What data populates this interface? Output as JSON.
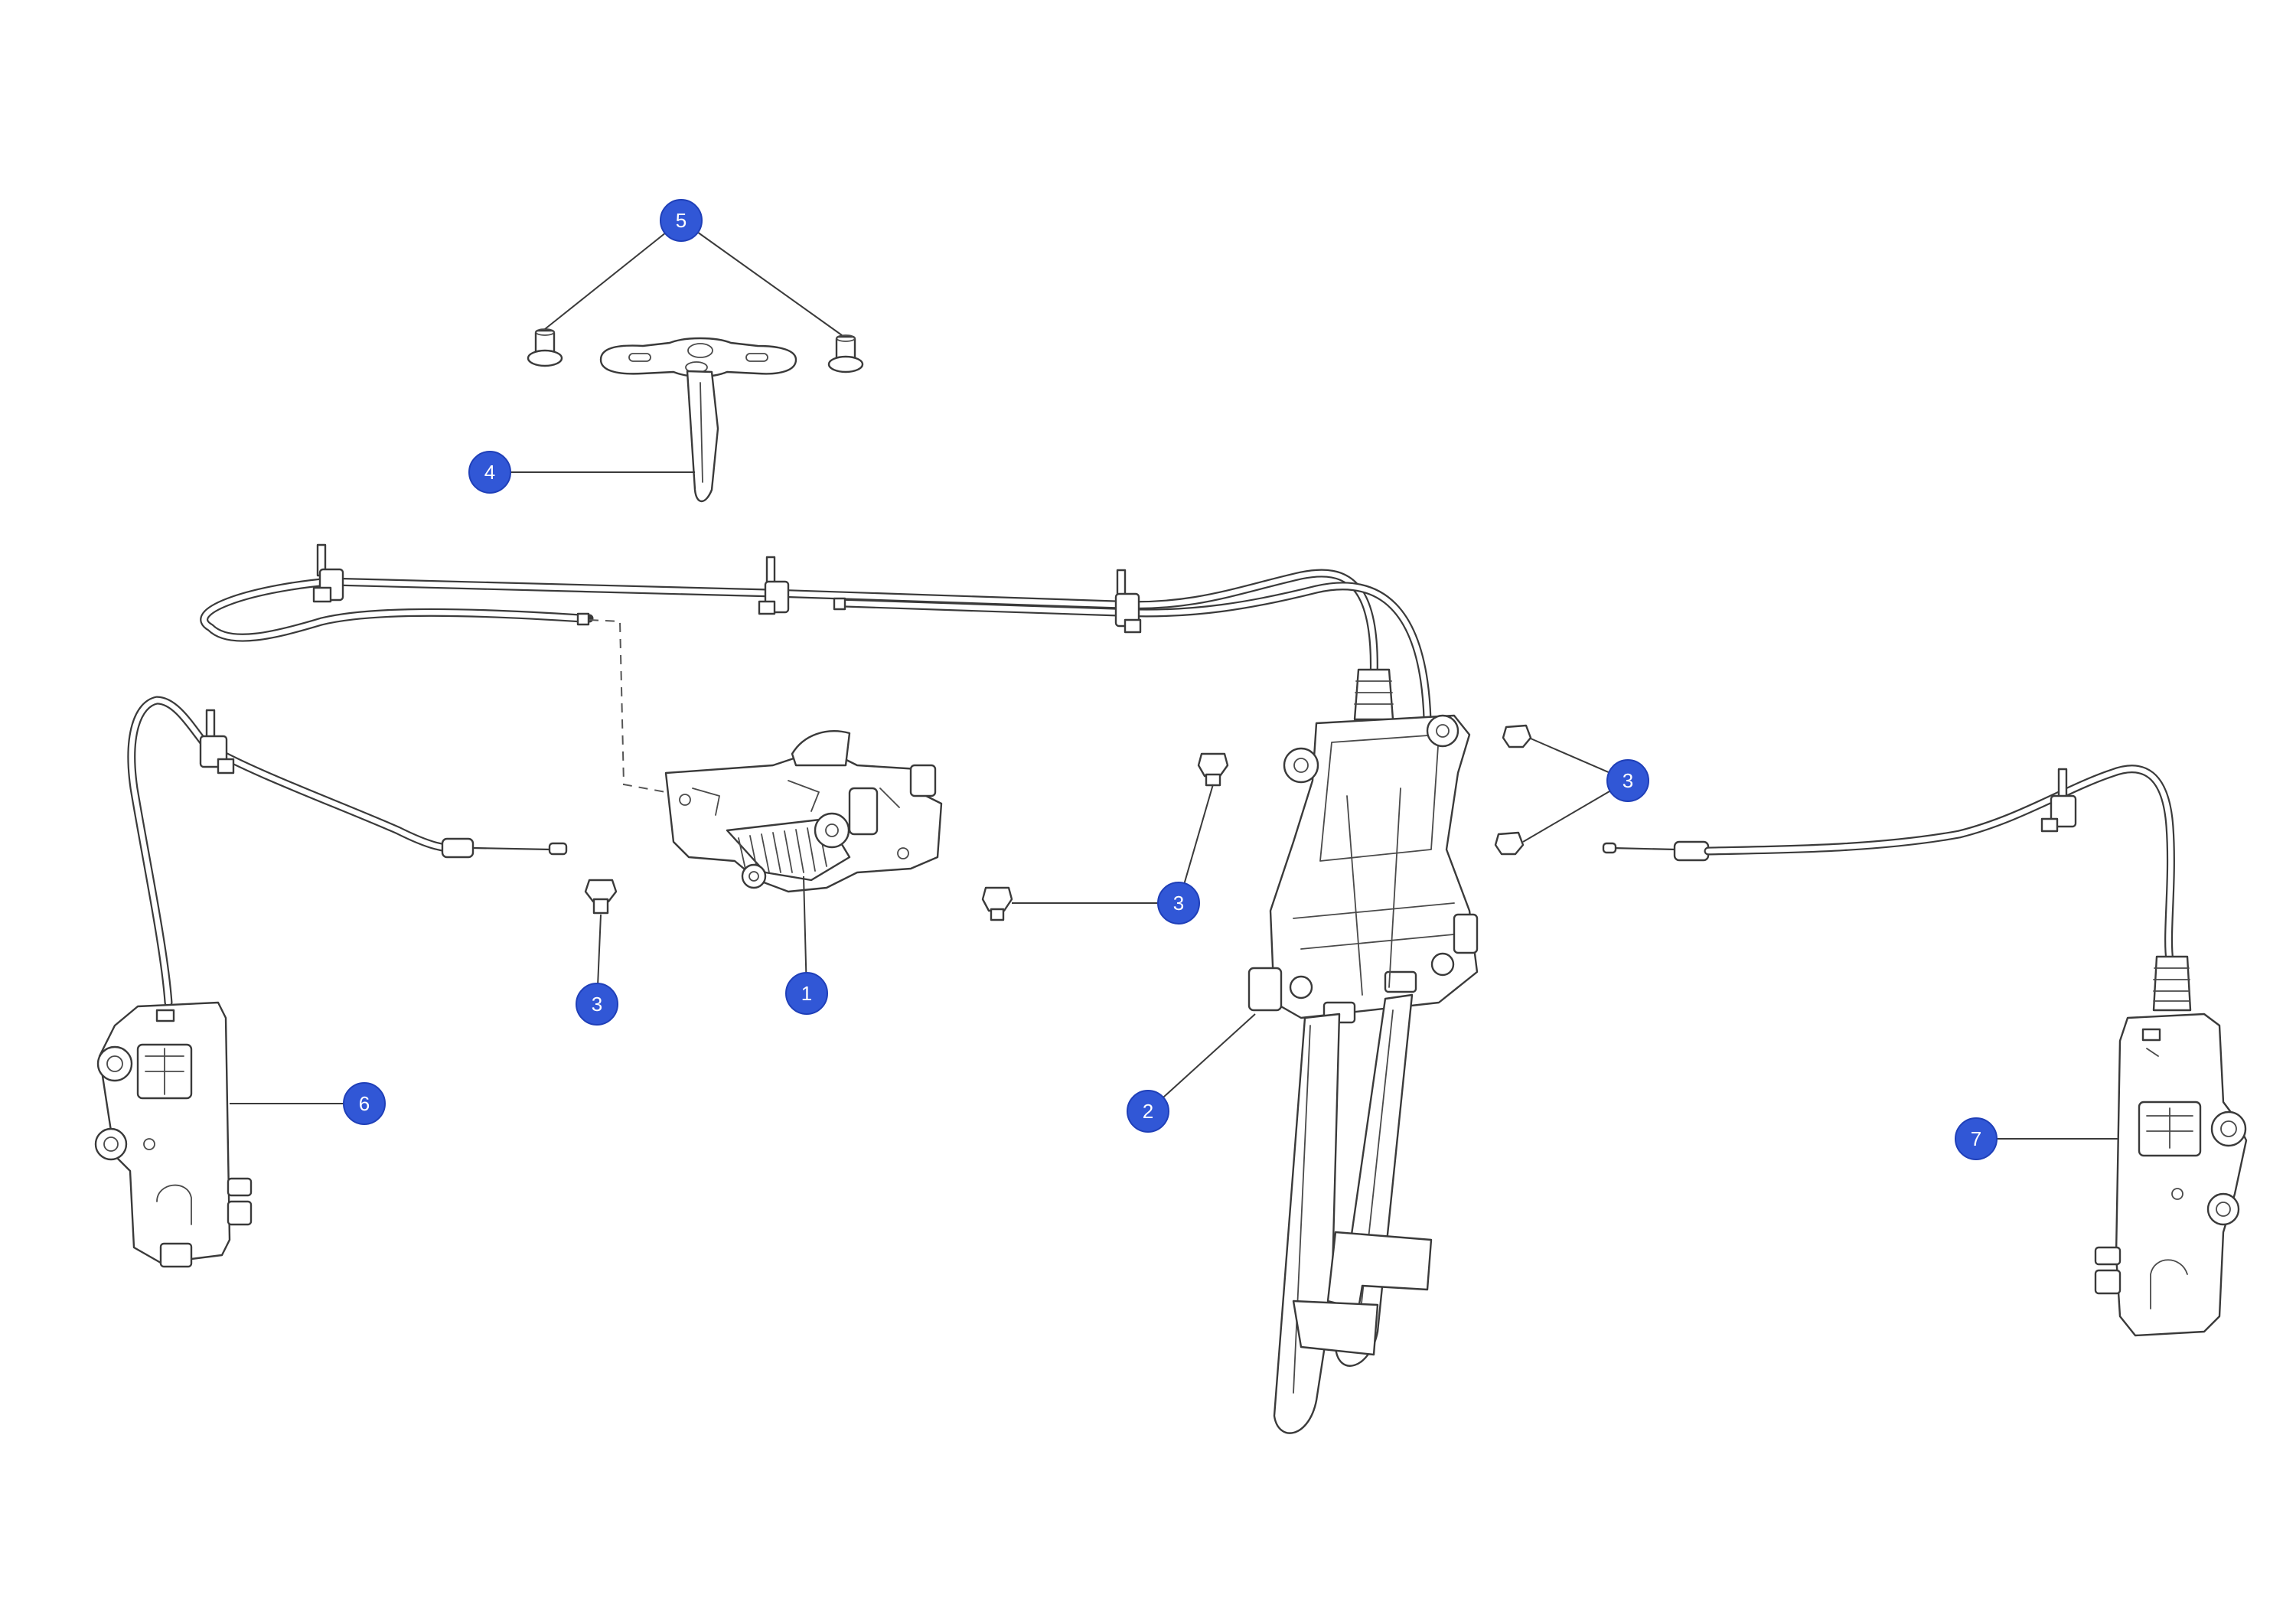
{
  "colors": {
    "callout_fill": "#3157d6",
    "callout_text": "#ffffff",
    "line": "#3a3a3a",
    "background": "#ffffff"
  },
  "callouts": [
    {
      "id": "callout-5",
      "label": "5"
    },
    {
      "id": "callout-4",
      "label": "4"
    },
    {
      "id": "callout-1",
      "label": "1"
    },
    {
      "id": "callout-3a",
      "label": "3"
    },
    {
      "id": "callout-3b",
      "label": "3"
    },
    {
      "id": "callout-3c",
      "label": "3"
    },
    {
      "id": "callout-2",
      "label": "2"
    },
    {
      "id": "callout-6",
      "label": "6"
    },
    {
      "id": "callout-7",
      "label": "7"
    }
  ]
}
